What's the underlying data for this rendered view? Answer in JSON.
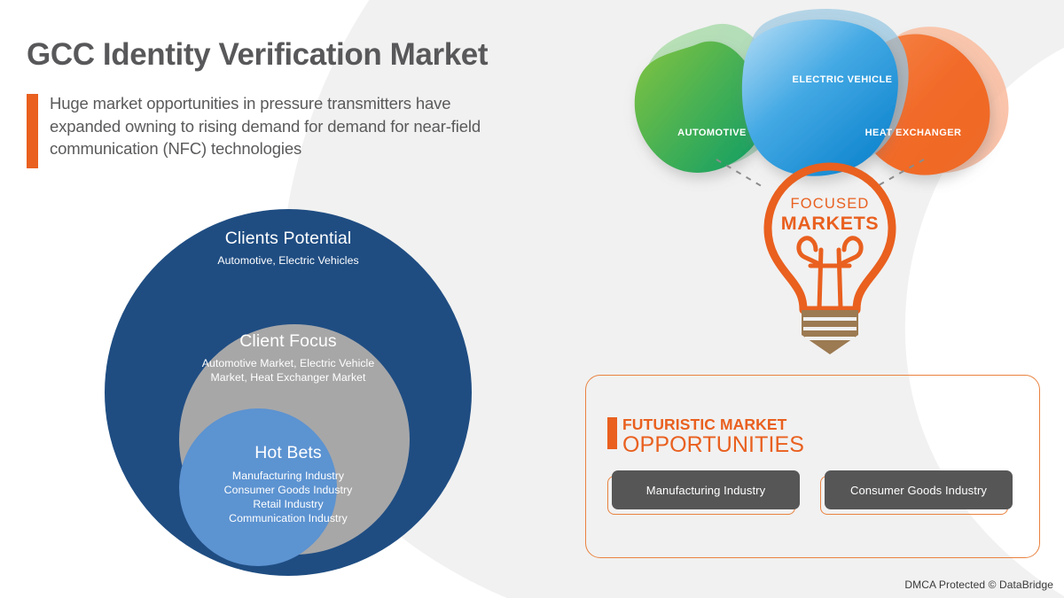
{
  "page": {
    "title": "GCC Identity Verification Market",
    "subtitle": "Huge market opportunities in pressure transmitters have expanded owning to rising demand for demand for near-field communication (NFC) technologies",
    "footer": "DMCA Protected © DataBridge"
  },
  "colors": {
    "orange": "#e9601f",
    "orange_light": "#e9823f",
    "dark_blue": "#1f4d82",
    "gray_ring": "#a7a7a8",
    "light_blue": "#5c93d1",
    "chip_gray": "#565656",
    "heading_gray": "#58585a",
    "bulb_base_brown": "#9c7a52",
    "background_gray": "#f1f1f1"
  },
  "circles": {
    "outer": {
      "title": "Clients Potential",
      "subtitle": "Automotive, Electric Vehicles",
      "color": "#1f4d82"
    },
    "middle": {
      "title": "Client Focus",
      "subtitle": "Automotive Market, Electric Vehicle Market, Heat Exchanger Market",
      "subtitle_line1": "Automotive Market, Electric Vehicle",
      "subtitle_line2": "Market, Heat Exchanger Market",
      "color": "#a7a7a8"
    },
    "inner": {
      "title": "Hot Bets",
      "items": [
        "Manufacturing Industry",
        "Consumer Goods Industry",
        "Retail Industry",
        "Communication Industry"
      ],
      "color": "#5c93d1"
    }
  },
  "blobs": [
    {
      "label": "AUTOMOTIVE",
      "color": "#3fa94b",
      "shape": "rounded-triangle-blob"
    },
    {
      "label": "ELECTRIC VEHICLE",
      "color": "#2196dd",
      "shape": "rounded-triangle-blob"
    },
    {
      "label": "HEAT EXCHANGER",
      "color": "#f26522",
      "shape": "rounded-triangle-blob"
    }
  ],
  "bulb": {
    "line1": "FOCUSED",
    "line2": "MARKETS",
    "color": "#e9601f",
    "base_color": "#9c7a52"
  },
  "panel": {
    "title_line1": "FUTURISTIC MARKET",
    "title_line2": "OPPORTUNITIES",
    "chips": [
      "Manufacturing Industry",
      "Consumer Goods Industry"
    ]
  }
}
